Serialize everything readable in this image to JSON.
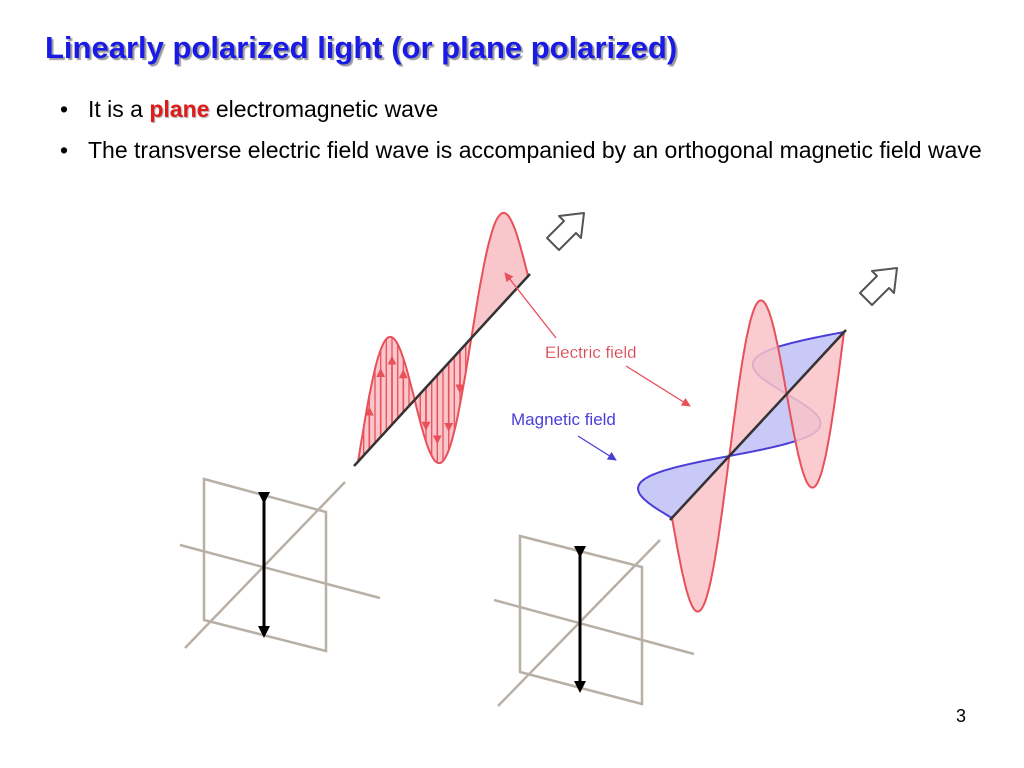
{
  "slide": {
    "title": "Linearly polarized light (or plane polarized)",
    "bullets": [
      {
        "before": "It is a ",
        "highlight": "plane",
        "after": " electromagnetic wave"
      },
      {
        "text": "The transverse electric field wave is accompanied by an orthogonal magnetic field wave"
      }
    ],
    "page_number": "3"
  },
  "diagram": {
    "labels": {
      "electric_field": "Electric field",
      "magnetic_field": "Magnetic field"
    },
    "colors": {
      "electric_stroke": "#e8505a",
      "electric_fill": "#f9c3c8",
      "magnetic_stroke": "#4b3ed8",
      "magnetic_fill": "#c4c4f6",
      "frame": "#b8b0a6",
      "title": "#1a1ae6",
      "highlight": "#e01b1b"
    },
    "icons": [
      "propagation-arrow-icon",
      "polarization-arrow-icon"
    ]
  }
}
